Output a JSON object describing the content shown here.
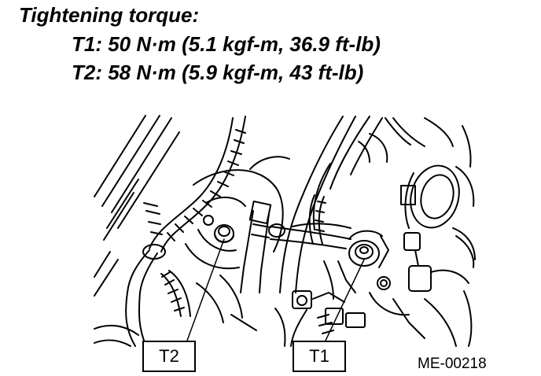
{
  "heading": {
    "title": "Tightening torque:",
    "t1_spec": "T1: 50 N·m (5.1 kgf-m, 36.9 ft-lb)",
    "t2_spec": "T2: 58 N·m (5.9 kgf-m, 43 ft-lb)"
  },
  "callouts": {
    "t2": "T2",
    "t1": "T1"
  },
  "figure_code": "ME-00218"
}
